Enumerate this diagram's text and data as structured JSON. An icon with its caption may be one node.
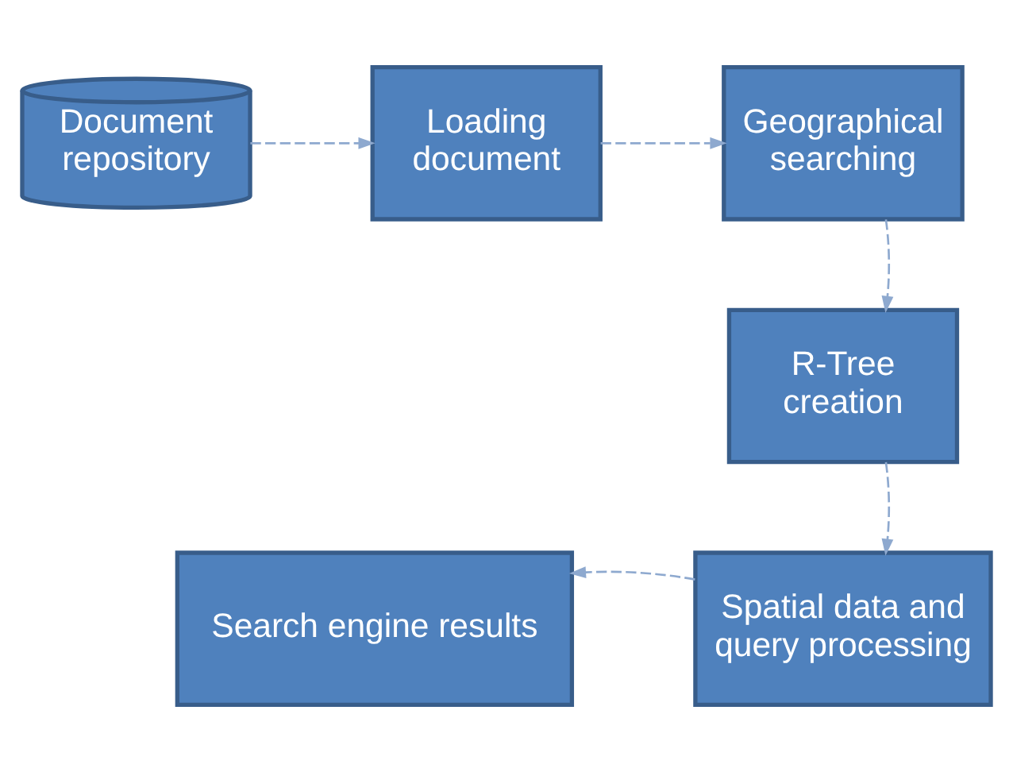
{
  "diagram": {
    "nodes": [
      {
        "text": [
          "Document repository"
        ]
      },
      {
        "text": [
          "Loading document"
        ]
      },
      {
        "text": [
          "Geographical searching"
        ]
      },
      {
        "text": [
          "R-Tree creation"
        ]
      },
      {
        "text": [
          "Spatial data and query processing"
        ]
      },
      {
        "text": [
          "Search engine results"
        ]
      }
    ],
    "edges": [
      {
        "from": 0,
        "to": 1,
        "arrow": "to",
        "style": "dashed"
      },
      {
        "from": 1,
        "to": 2,
        "arrow": "to",
        "style": "dashed"
      },
      {
        "from": 2,
        "to": 3,
        "arrow": "to",
        "style": "dashed"
      },
      {
        "from": 3,
        "to": 4,
        "arrow": "to",
        "style": "dashed"
      },
      {
        "from": 4,
        "to": 5,
        "arrow": "to",
        "style": "dashed"
      }
    ]
  }
}
